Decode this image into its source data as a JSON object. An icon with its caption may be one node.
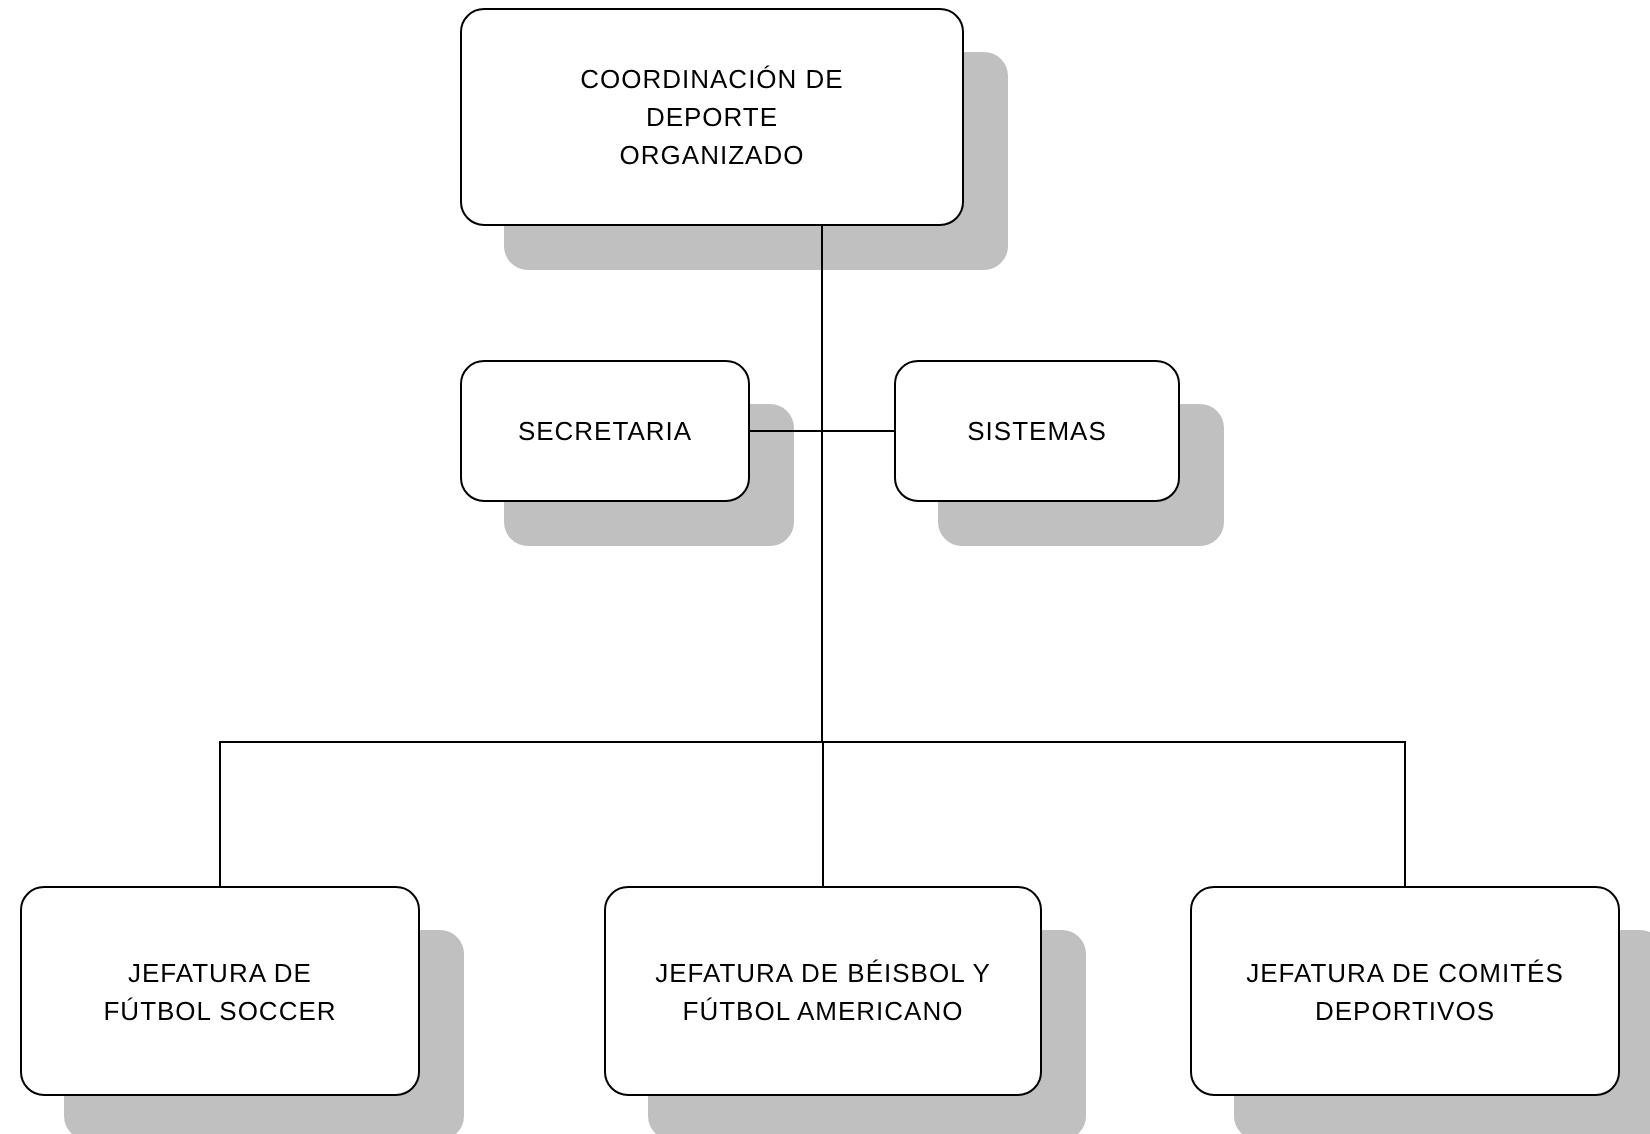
{
  "diagram": {
    "nodes": [
      {
        "text": [
          "COORDINACIÓN DE DEPORTE ORGANIZADO"
        ]
      },
      {
        "text": [
          "SECRETARIA"
        ]
      },
      {
        "text": [
          "SISTEMAS"
        ]
      },
      {
        "text": [
          "JEFATURA DE FÚTBOL SOCCER"
        ]
      },
      {
        "text": [
          "JEFATURA DE BÉISBOL Y FÚTBOL AMERICANO"
        ]
      },
      {
        "text": [
          "JEFATURA DE COMITÉS DEPORTIVOS"
        ]
      }
    ],
    "edges": [
      {
        "from": 0,
        "to": 1,
        "arrow": "none"
      },
      {
        "from": 0,
        "to": 2,
        "arrow": "none"
      },
      {
        "from": 0,
        "to": 3,
        "arrow": "none"
      },
      {
        "from": 0,
        "to": 4,
        "arrow": "none"
      },
      {
        "from": 0,
        "to": 5,
        "arrow": "none"
      }
    ]
  }
}
